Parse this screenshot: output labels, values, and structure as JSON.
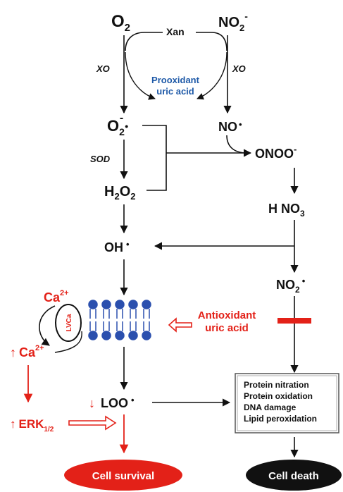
{
  "nodes": {
    "o2": {
      "main": "O",
      "sub": "2"
    },
    "no2_minus": {
      "main": "NO",
      "sub": "2",
      "sup": "-"
    },
    "xan": "Xan",
    "xo_left": "XO",
    "xo_right": "XO",
    "prooxidant_line1": "Prooxidant",
    "prooxidant_line2": "uric acid",
    "superoxide": {
      "main": "O",
      "sub": "2",
      "sup": "-",
      "dot": "•"
    },
    "nitric_oxide": {
      "main": "NO",
      "dot": "•"
    },
    "sod": "SOD",
    "peroxynitrite": {
      "main": "ONOO",
      "sup": "-"
    },
    "h2o2": {
      "h": "H",
      "sub1": "2",
      "o": "O",
      "sub2": "2"
    },
    "hno3": {
      "main": "H NO",
      "sub": "3"
    },
    "hydroxyl": {
      "main": "OH",
      "dot": "•"
    },
    "no2_radical": {
      "main": "NO",
      "sub": "2",
      "dot": "•"
    },
    "ca_top": {
      "main": "Ca",
      "sup": "2+"
    },
    "lvca": "LVCa",
    "ca_bottom": {
      "arrow": "↑",
      "main": "Ca",
      "sup": "2+"
    },
    "antioxidant_line1": "Antioxidant",
    "antioxidant_line2": "uric acid",
    "erk": {
      "arrow": "↑",
      "main": "ERK",
      "sub": "1/2"
    },
    "loo": {
      "arrow": "↓",
      "main": "LOO",
      "dot": "•"
    },
    "damage_box": [
      "Protein nitration",
      "Protein oxidation",
      "DNA damage",
      "Lipid peroxidation"
    ],
    "cell_survival": "Cell survival",
    "cell_death": "Cell death"
  },
  "colors": {
    "black": "#111111",
    "red": "#e32118",
    "blue": "#1f5aa8",
    "membrane": "#2a4fae"
  }
}
